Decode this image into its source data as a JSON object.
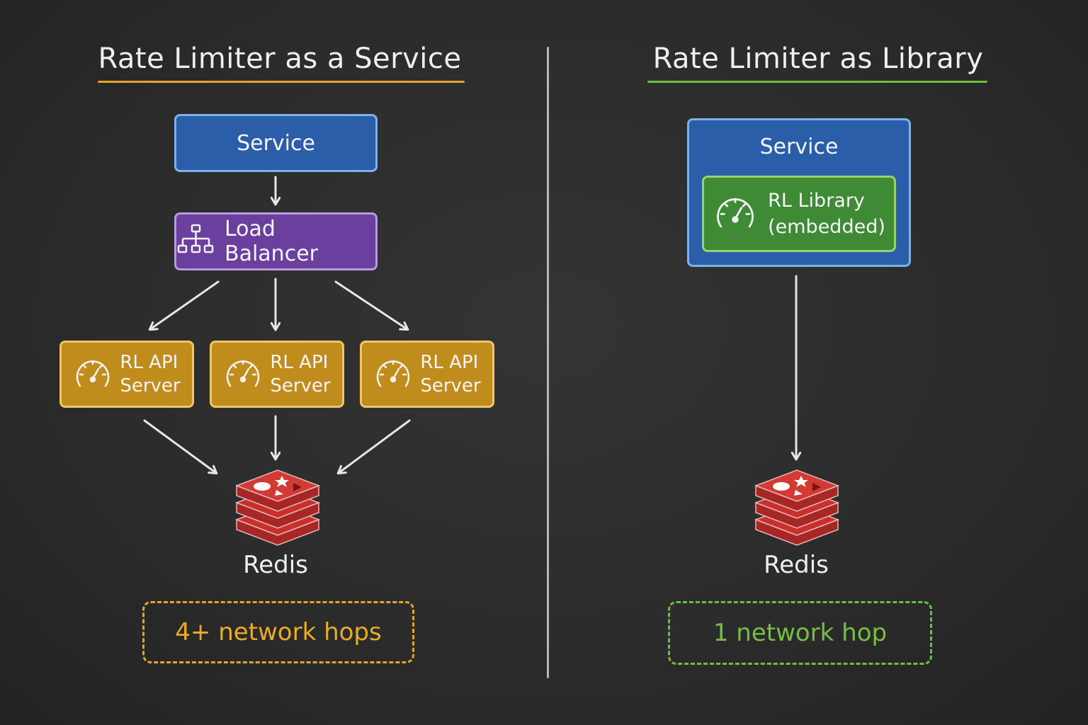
{
  "left": {
    "title": "Rate Limiter as a Service",
    "service_label": "Service",
    "load_balancer_label": "Load Balancer",
    "rl_servers": [
      {
        "line1": "RL API",
        "line2": "Server"
      },
      {
        "line1": "RL API",
        "line2": "Server"
      },
      {
        "line1": "RL API",
        "line2": "Server"
      }
    ],
    "redis_label": "Redis",
    "hops_label": "4+ network hops"
  },
  "right": {
    "title": "Rate Limiter as Library",
    "service_label": "Service",
    "library_line1": "RL Library",
    "library_line2": "(embedded)",
    "redis_label": "Redis",
    "hops_label": "1 network hop"
  },
  "colors": {
    "left_accent": "#e3a52a",
    "right_accent": "#6fbf3f",
    "service_blue": "#2a5ea8",
    "load_balancer_purple": "#6a3f9e",
    "rl_server_gold": "#c08d1d",
    "library_green": "#3f8a34",
    "redis_red": "#c9302c"
  }
}
